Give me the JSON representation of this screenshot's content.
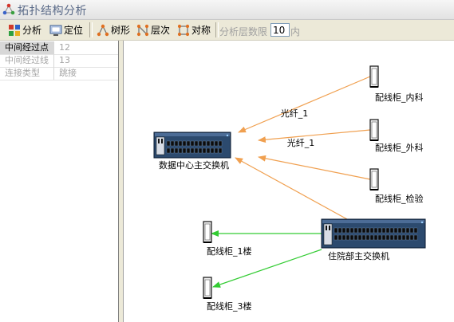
{
  "window": {
    "title": "拓扑结构分析"
  },
  "toolbar": {
    "analyze_label": "分析",
    "locate_label": "定位",
    "tree_label": "树形",
    "level_label": "层次",
    "symmetric_label": "对称",
    "depth_label": "分析层数限",
    "depth_value": "10",
    "depth_unit": "内"
  },
  "properties": [
    {
      "key": "中间经过点",
      "value": "12"
    },
    {
      "key": "中间经过线",
      "value": "13"
    },
    {
      "key": "连接类型",
      "value": "跳接"
    }
  ],
  "topology": {
    "nodes": [
      {
        "id": "core",
        "label": "数据中心主交换机",
        "type": "switch"
      },
      {
        "id": "dept",
        "label": "住院部主交换机",
        "type": "switch"
      },
      {
        "id": "c1",
        "label": "配线柜_内科",
        "type": "cabinet"
      },
      {
        "id": "c2",
        "label": "配线柜_外科",
        "type": "cabinet"
      },
      {
        "id": "c3",
        "label": "配线柜_检验",
        "type": "cabinet"
      },
      {
        "id": "c4",
        "label": "配线柜_1楼",
        "type": "cabinet"
      },
      {
        "id": "c5",
        "label": "配线柜_3楼",
        "type": "cabinet"
      }
    ],
    "edges": [
      {
        "from": "c1",
        "to": "core",
        "label": "光纤_1",
        "color": "#f0a050"
      },
      {
        "from": "c2",
        "to": "core",
        "label": "光纤_1",
        "color": "#f0a050"
      },
      {
        "from": "c3",
        "to": "core",
        "label": "",
        "color": "#f0a050"
      },
      {
        "from": "dept",
        "to": "core",
        "label": "",
        "color": "#f0a050"
      },
      {
        "from": "dept",
        "to": "c4",
        "label": "",
        "color": "#33cc33"
      },
      {
        "from": "dept",
        "to": "c5",
        "label": "",
        "color": "#33cc33"
      }
    ]
  },
  "colors": {
    "orange_link": "#f0a050",
    "green_link": "#33cc33",
    "switch_body": "#2c4a6e"
  }
}
